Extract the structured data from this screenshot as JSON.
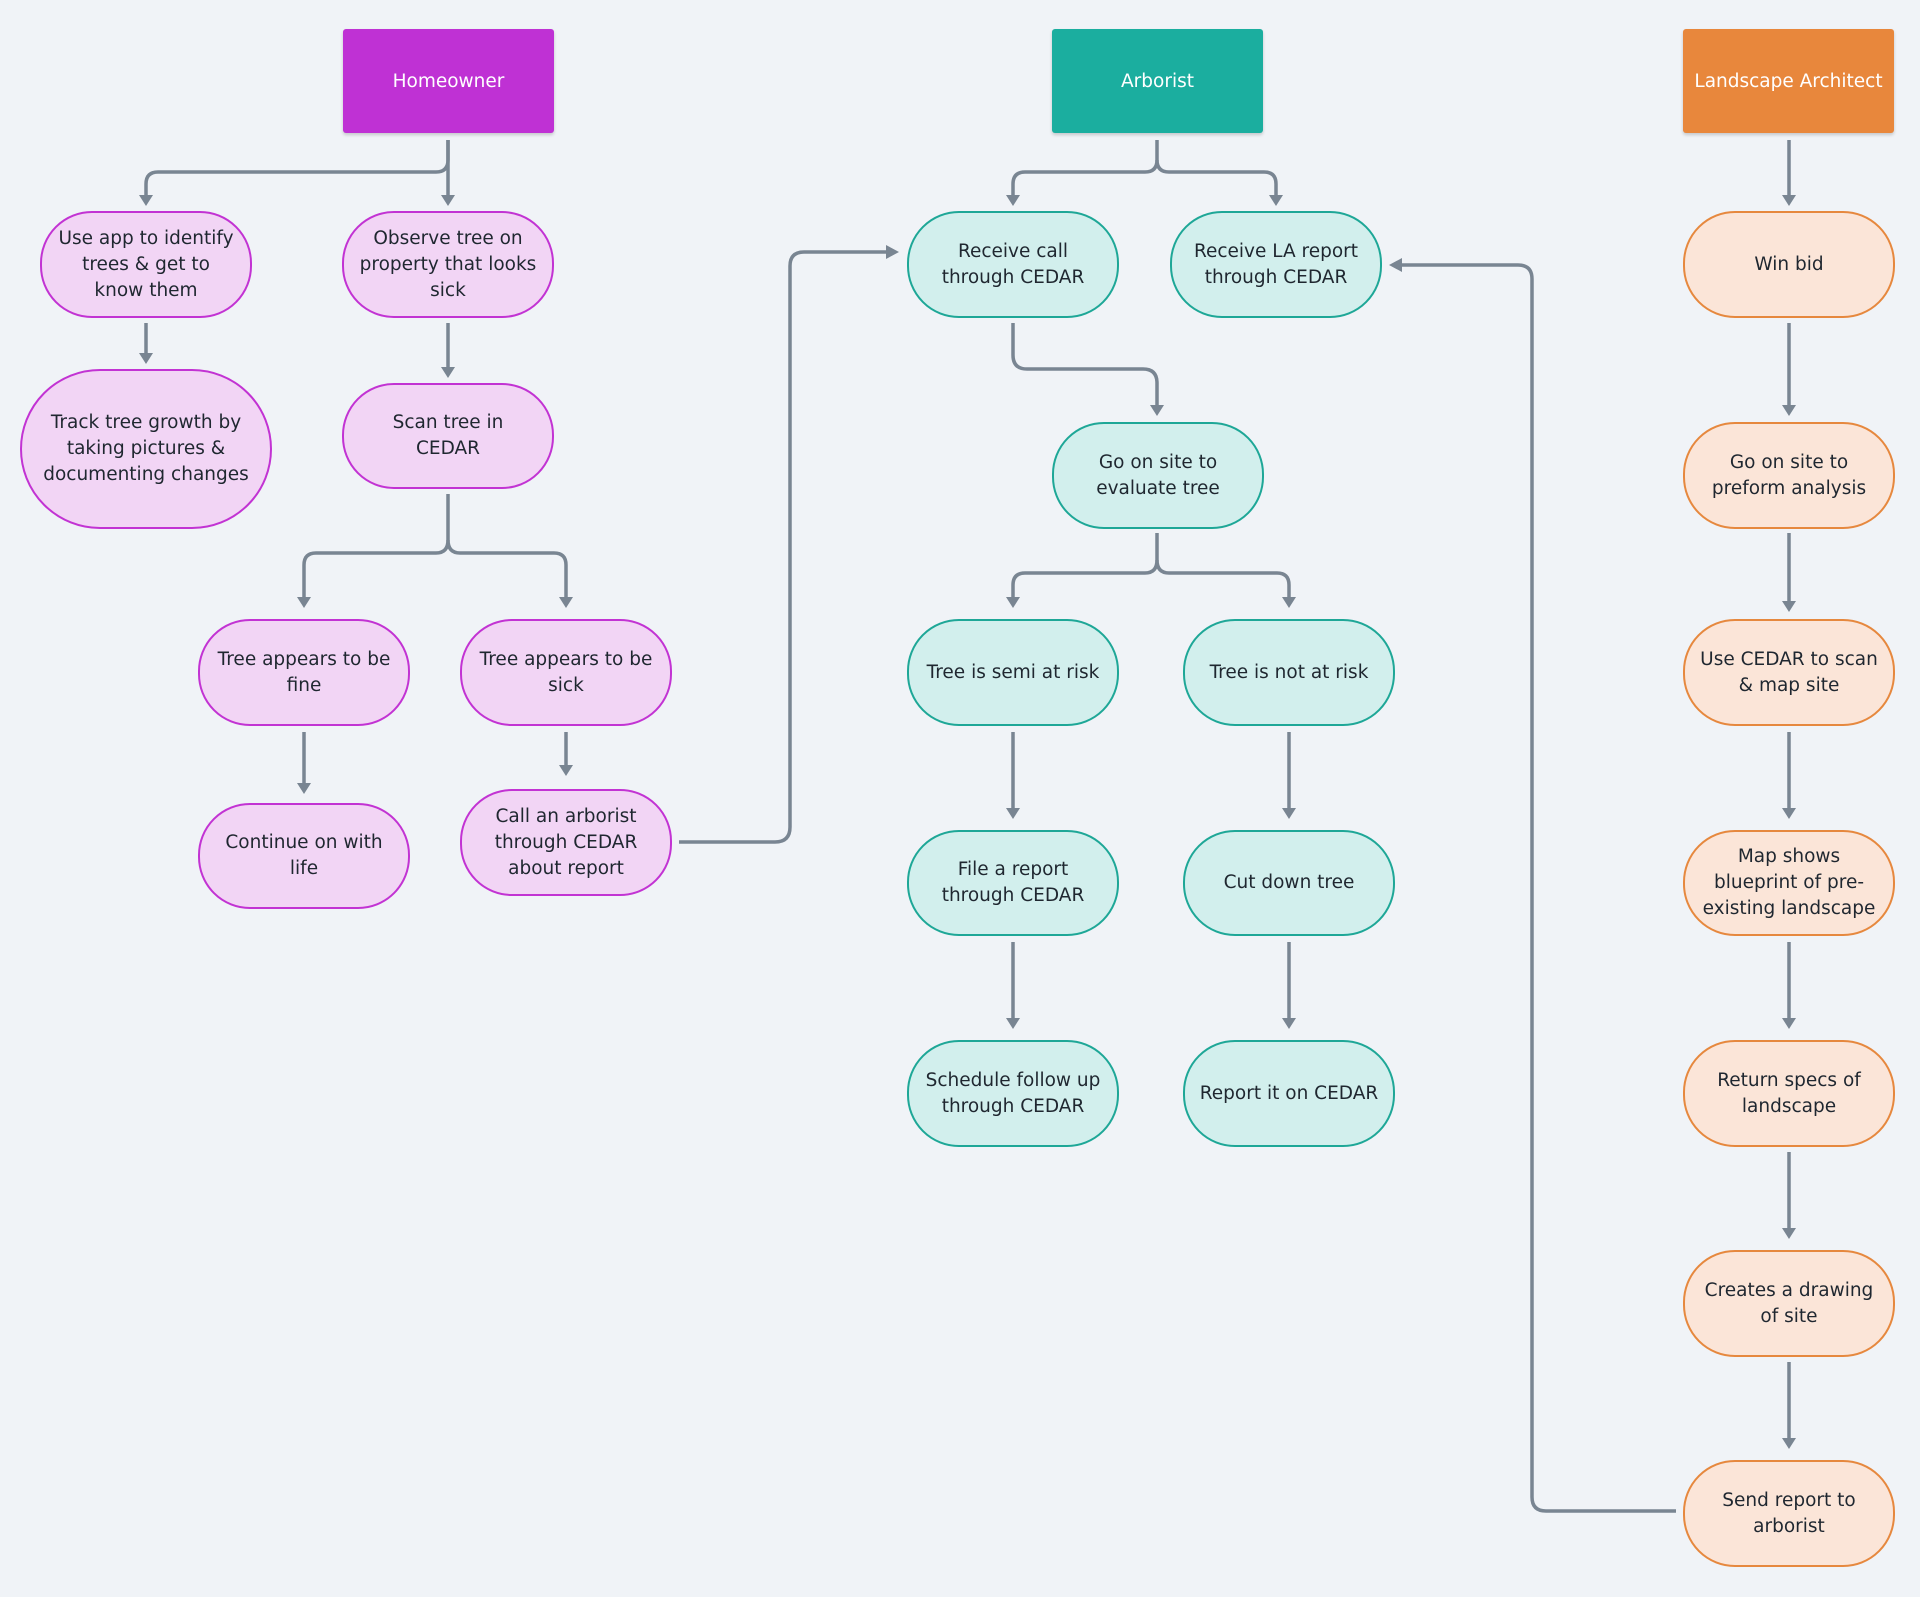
{
  "lanes": {
    "homeowner": "Homeowner",
    "arborist": "Arborist",
    "landscape_architect": "Landscape Architect"
  },
  "nodes": {
    "use_app": "Use app to identify trees & get to know them",
    "observe_tree": "Observe tree on property that looks sick",
    "track_growth": "Track tree growth by taking pictures & documenting changes",
    "scan_tree": "Scan tree in CEDAR",
    "appears_fine": "Tree appears to be fine",
    "appears_sick": "Tree appears to be sick",
    "continue_life": "Continue on with life",
    "call_arborist": "Call an arborist through CEDAR about report",
    "receive_call": "Receive call through CEDAR",
    "receive_la_report": "Receive LA report through CEDAR",
    "go_on_site_evaluate": "Go on site to evaluate tree",
    "semi_at_risk": "Tree is semi at risk",
    "not_at_risk": "Tree is not at risk",
    "file_report": "File a report through CEDAR",
    "cut_down": "Cut down tree",
    "schedule_follow_up": "Schedule follow up through CEDAR",
    "report_on_cedar": "Report it on CEDAR",
    "win_bid": "Win bid",
    "go_on_site_analysis": "Go on site to preform analysis",
    "use_cedar_scan": "Use CEDAR to scan & map site",
    "map_blueprint": "Map shows blueprint of pre-existing landscape",
    "return_specs": "Return specs of landscape",
    "creates_drawing": "Creates a drawing of site",
    "send_report": "Send report to arborist"
  },
  "colors": {
    "homeowner": "#bf31d4",
    "arborist": "#1bae9f",
    "landscape_architect": "#e8873c",
    "connector": "#798592",
    "background": "#f0f3f7"
  }
}
